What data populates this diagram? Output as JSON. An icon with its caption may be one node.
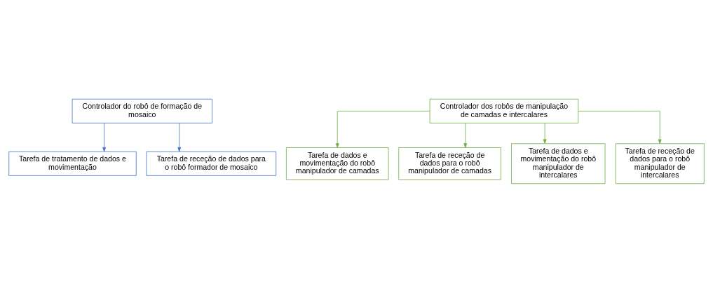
{
  "diagram": {
    "nodes": [
      {
        "text": [
          "Controlador do robô de formação de mosaico"
        ]
      },
      {
        "text": [
          "Tarefa de tratamento de dados e movimentação"
        ]
      },
      {
        "text": [
          "Tarefa de receção de dados para o robô formador de mosaico"
        ]
      },
      {
        "text": [
          "Controlador dos robôs de manipulação de camadas e intercalares"
        ]
      },
      {
        "text": [
          "Tarefa de dados e movimentação do robô manipulador de camadas"
        ]
      },
      {
        "text": [
          "Tarefa de receção de dados para o robô manipulador de camadas"
        ]
      },
      {
        "text": [
          "Tarefa de dados e movimentação do robô manipulador de intercalares"
        ]
      },
      {
        "text": [
          "Tarefa de receção de dados para o robô manipulador de intercalares"
        ]
      }
    ],
    "edges": [
      {
        "from": 0,
        "to": 1,
        "arrow": "to",
        "color": "#4472c4"
      },
      {
        "from": 0,
        "to": 2,
        "arrow": "to",
        "color": "#4472c4"
      },
      {
        "from": 3,
        "to": 4,
        "arrow": "to"
      },
      {
        "from": 3,
        "to": 5,
        "arrow": "to"
      },
      {
        "from": 3,
        "to": 6,
        "arrow": "to"
      },
      {
        "from": 3,
        "to": 7,
        "arrow": "to"
      }
    ]
  }
}
